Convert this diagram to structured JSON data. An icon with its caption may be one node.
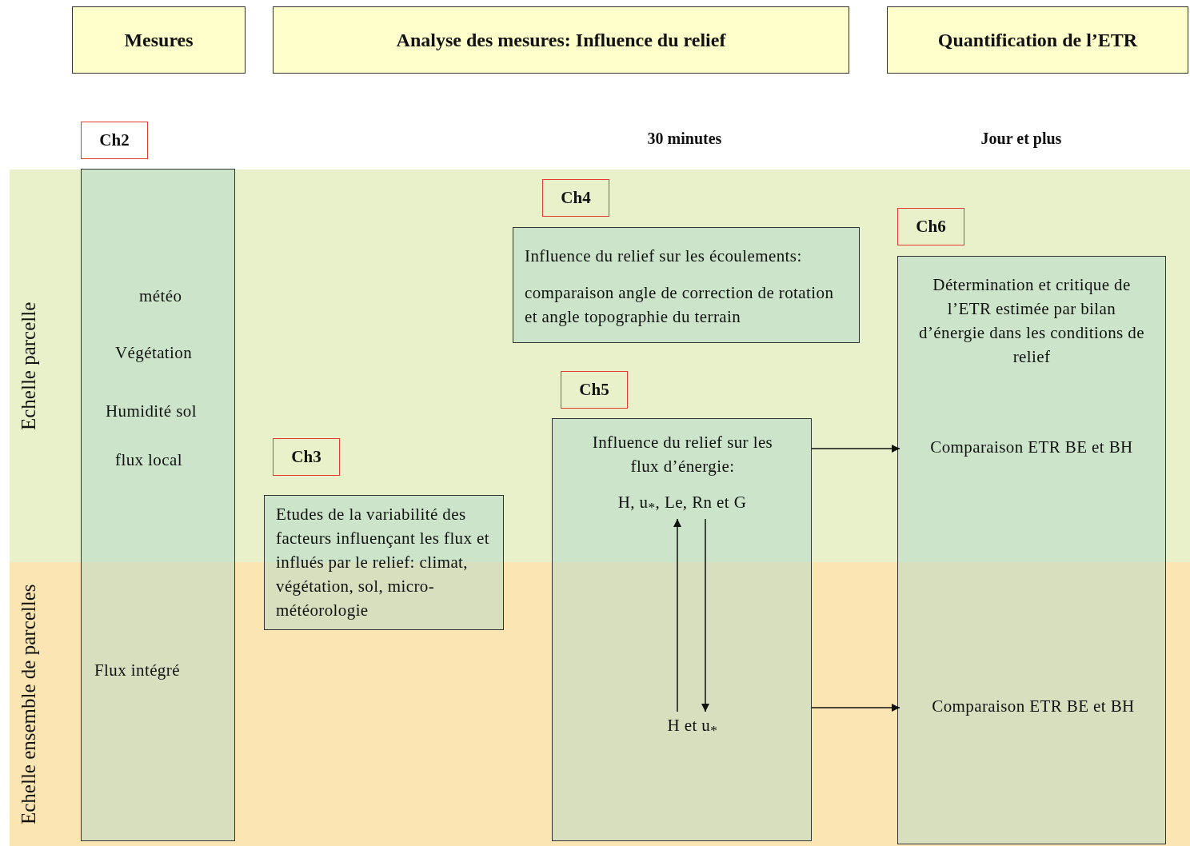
{
  "diagram": {
    "nodes": [
      {
        "text": [
          "Mesures"
        ]
      },
      {
        "text": [
          "Analyse des mesures: Influence du relief"
        ]
      },
      {
        "text": [
          "Quantification de l’ETR"
        ]
      },
      {
        "text": [
          "Ch2"
        ]
      },
      {
        "text": [
          "météo",
          "Végétation",
          "Humidité sol",
          "flux local",
          "Flux intégré"
        ]
      },
      {
        "text": [
          "Ch3"
        ]
      },
      {
        "text": [
          "Etudes de la variabilité des facteurs influençant les flux et influés par le relief: climat, végétation, sol, micro-météorologie"
        ]
      },
      {
        "text": [
          "Ch4"
        ]
      },
      {
        "text": [
          "Influence du relief sur les écoulements:",
          "comparaison angle de correction de rotation et angle topographie du terrain"
        ]
      },
      {
        "text": [
          "Ch5"
        ]
      },
      {
        "text": [
          "Influence du relief sur les flux d’énergie:"
        ]
      },
      {
        "text": [
          "H, u$_{*}$, Le, Rn et G"
        ],
        "in": 10
      },
      {
        "text": [
          "H et  u$_{*}$"
        ],
        "in": 10
      },
      {
        "text": [
          "Ch6"
        ]
      },
      {
        "text": [
          "Détermination et critique de l’ETR estimée par bilan d’énergie dans les conditions de relief"
        ]
      },
      {
        "text": [
          "Comparaison ETR BE et BH"
        ],
        "in": 14
      },
      {
        "text": [
          "Comparaison ETR BE et BH"
        ],
        "in": 14
      }
    ],
    "edges": [
      {
        "from": 12,
        "to": 11,
        "arrow": "to"
      },
      {
        "from": 11,
        "to": 12,
        "arrow": "to"
      },
      {
        "from": 10,
        "to": 15,
        "arrow": "to"
      },
      {
        "from": 10,
        "to": 16,
        "arrow": "to"
      }
    ],
    "labels": [
      "30 minutes",
      "Jour et plus",
      "Echelle parcelle",
      "Echelle ensemble de parcelles"
    ]
  }
}
